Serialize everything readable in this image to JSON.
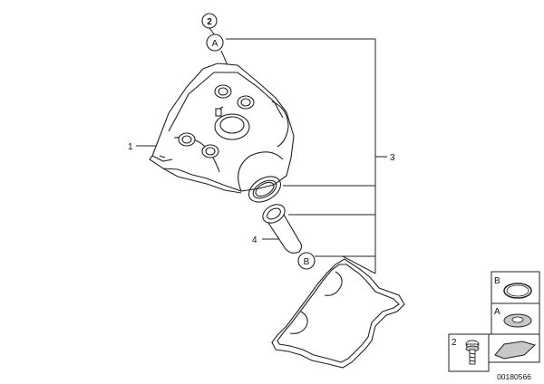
{
  "callouts": {
    "n1": "1",
    "n2": "2",
    "n3": "3",
    "n4": "4",
    "a": "A",
    "b": "B"
  },
  "legend": {
    "b": "B",
    "a": "A",
    "n2": "2"
  },
  "drawing_number": "00180566",
  "colors": {
    "line": "#222222",
    "fill": "#ffffff",
    "shade": "#c8c8c8"
  }
}
